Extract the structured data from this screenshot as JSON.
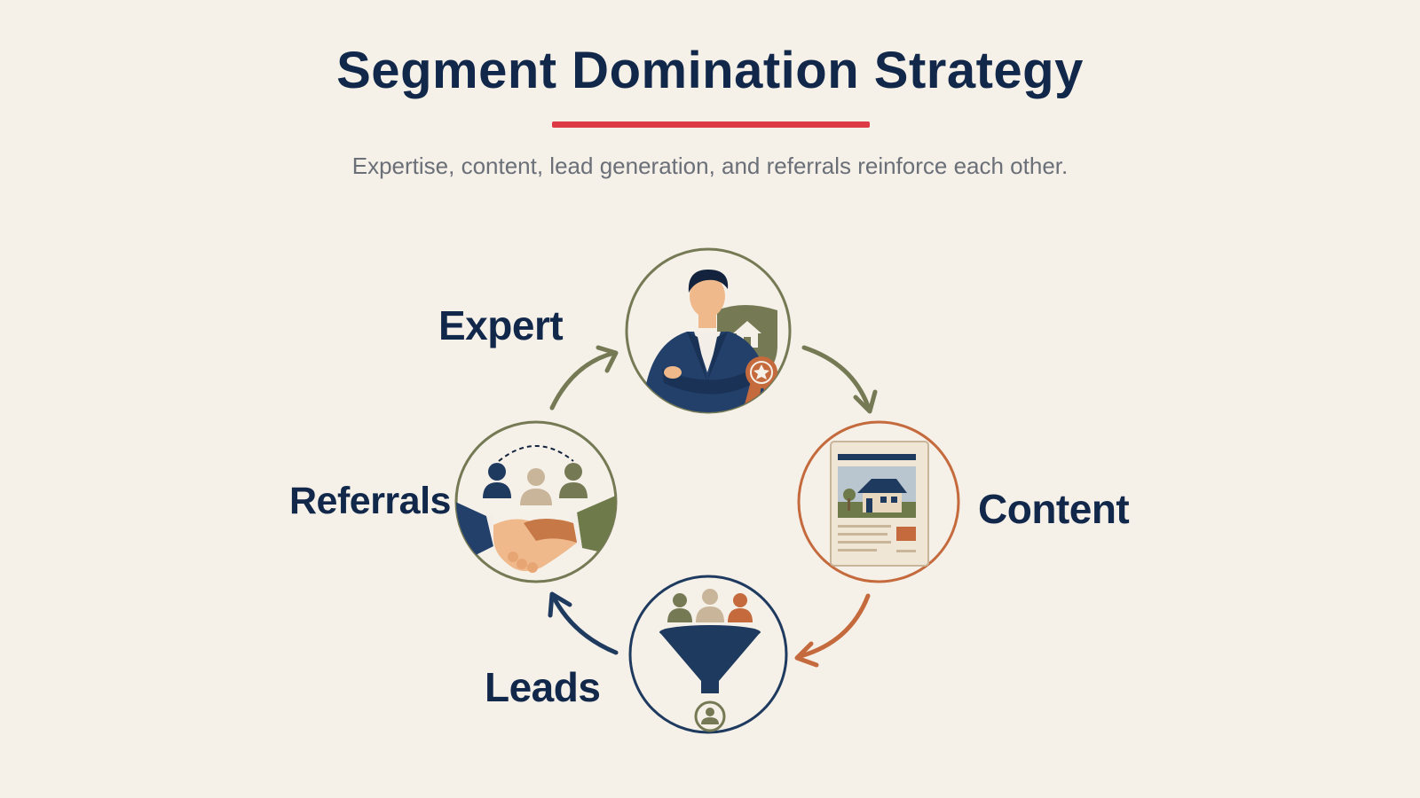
{
  "header": {
    "title": "Segment Domination Strategy",
    "subtitle": "Expertise, content, lead generation, and referrals reinforce each other."
  },
  "cycle": {
    "nodes": [
      {
        "key": "expert",
        "label": "Expert",
        "icon": "expert-advisor-icon",
        "color": "#757a55"
      },
      {
        "key": "content",
        "label": "Content",
        "icon": "property-listing-document-icon",
        "color": "#c46a3c"
      },
      {
        "key": "leads",
        "label": "Leads",
        "icon": "lead-funnel-icon",
        "color": "#1f3a5f"
      },
      {
        "key": "referrals",
        "label": "Referrals",
        "icon": "handshake-referral-icon",
        "color": "#757a55"
      }
    ],
    "flow": [
      "expert → content",
      "content → leads",
      "leads → referrals",
      "referrals → expert"
    ]
  },
  "colors": {
    "background": "#f5f0e8",
    "navy": "#12284a",
    "accent_red": "#dc3a45",
    "olive": "#757a55",
    "terracotta": "#c46a3c",
    "tan": "#c9b59a"
  }
}
